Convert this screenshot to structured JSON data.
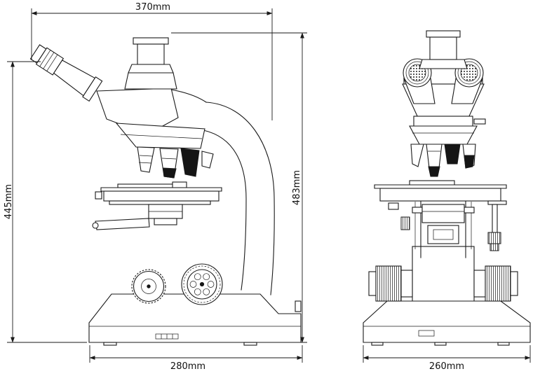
{
  "drawing": {
    "background": "#ffffff",
    "line_color": "#1a1a1a",
    "dims": {
      "top_width": "370mm",
      "left_height": "445mm",
      "right_height": "483mm",
      "side_base_width": "280mm",
      "front_base_width": "260mm"
    }
  }
}
